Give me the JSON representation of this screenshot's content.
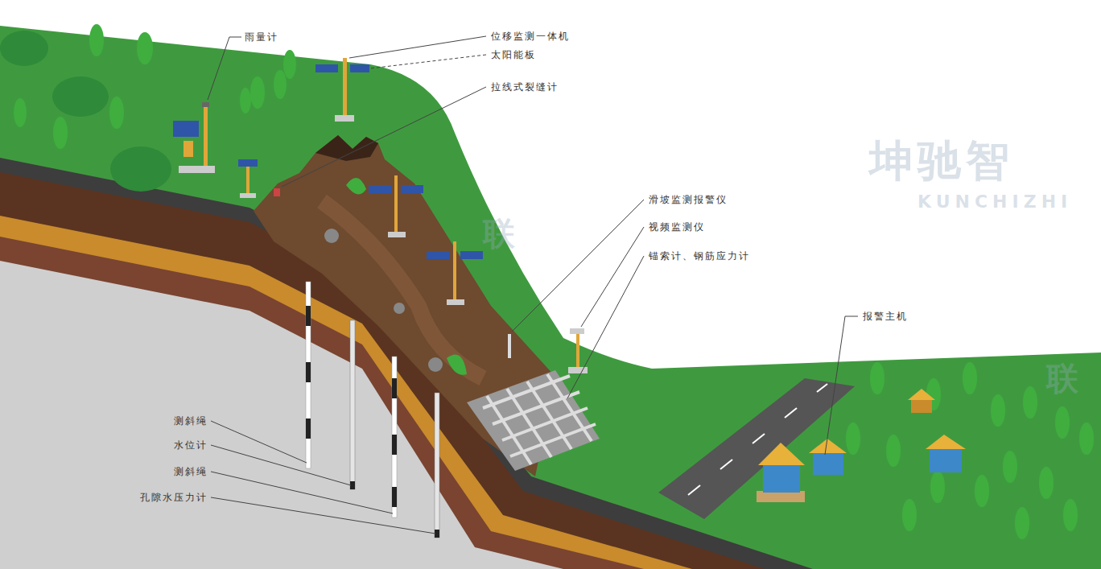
{
  "diagram": {
    "labels": [
      "雨量计",
      "位移监测一体机",
      "太阳能板",
      "拉线式裂缝计",
      "滑坡监测报警仪",
      "视频监测仪",
      "锚索计、钢筋应力计",
      "报警主机",
      "测斜绳",
      "水位计",
      "测斜绳",
      "孔隙水压力计",
      "坤驰智",
      "KUNCHIZHI",
      "联",
      "联"
    ]
  }
}
